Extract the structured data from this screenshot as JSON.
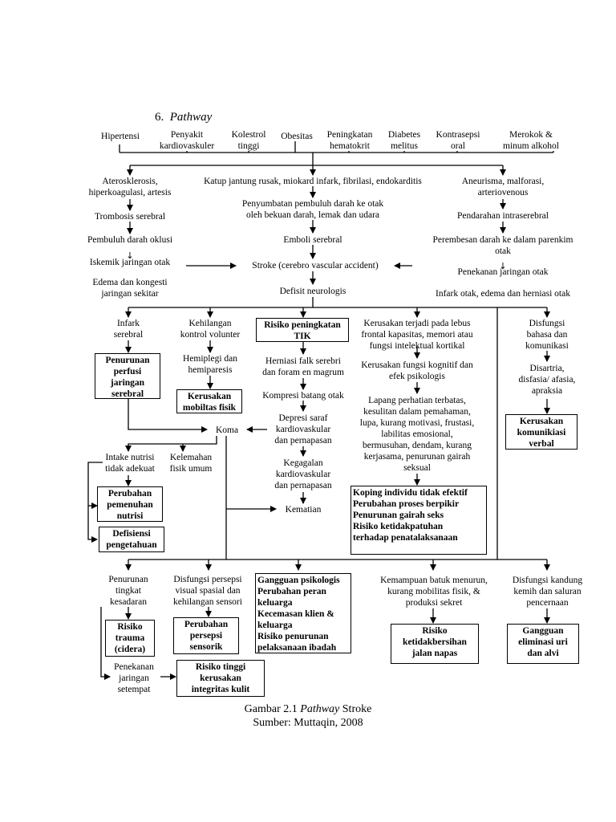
{
  "heading": {
    "number": "6.",
    "title": "Pathway"
  },
  "risk_factors": [
    "Hipertensi",
    "Penyakit\nkardiovaskuler",
    "Kolestrol\ntinggi",
    "Obesitas",
    "Peningkatan\nhematokrit",
    "Diabetes\nmelitus",
    "Kontrasepsi\noral",
    "Merokok &\nminum alkohol"
  ],
  "left_column": {
    "atero": "Aterosklerosis,\nhiperkoagulasi, artesis",
    "trombosis": "Trombosis serebral",
    "oklusi": "Pembuluh darah oklusi",
    "iskemik": "Iskemik jaringan otak",
    "edema": "Edema dan kongesti\njaringan sekitar"
  },
  "center_column": {
    "katup": "Katup jantung rusak, miokard infark, fibrilasi, endokarditis",
    "penyumbatan": "Penyumbatan pembuluh darah ke otak\noleh bekuan darah, lemak dan udara",
    "emboli": "Emboli serebral",
    "stroke": "Stroke (cerebro vascular accident)",
    "defisit": "Defisit neurologis"
  },
  "right_column": {
    "aneurisma": "Aneurisma, malforasi,\narteriovenous",
    "pendarahan": "Pendarahan intraserebral",
    "perembesan": "Perembesan darah ke dalam parenkim\notak",
    "penekanan": "Penekanan jaringan otak",
    "infark_otak": "Infark otak, edema dan herniasi otak"
  },
  "branch_infark": {
    "cause": "Infark\nserebral",
    "diagnosis": "Penurunan\nperfusi\njaringan\nserebral"
  },
  "branch_kontrol": {
    "cause": "Kehilangan\nkontrol volunter",
    "effect": "Hemiplegi dan\nhemiparesis",
    "diagnosis": "Kerusakan\nmobiltas fisik"
  },
  "branch_tik": {
    "diagnosis": "Risiko peningkatan\nTIK",
    "herniasi": "Herniasi falk serebri\ndan foram en magrum",
    "kompresi": "Kompresi batang otak",
    "depresi": "Depresi saraf\nkardiovaskular\ndan pernapasan",
    "kegagalan": "Kegagalan\nkardiovaskular\ndan pernapasan",
    "kematian": "Kematian"
  },
  "koma": "Koma",
  "branch_nutrisi": {
    "intake": "Intake nutrisi\ntidak adekuat",
    "kelemahan": "Kelemahan\nfisik umum",
    "diagnosis_1": "Perubahan\npemenuhan\nnutrisi",
    "diagnosis_2": "Defisiensi\npengetahuan"
  },
  "branch_kognitif": {
    "kerusakan": "Kerusakan terjadi pada lebus\nfrontal kapasitas, memori atau\nfungsi intelektual kortikal",
    "fungsi": "Kerusakan fungsi kognitif dan\nefek psikologis",
    "lapang": "Lapang perhatian terbatas,\nkesulitan dalam pemahaman,\nlupa, kurang motivasi, frustasi,\nlabilitas emosional,\nbermusuhan, dendam, kurang\nkerjasama, penurunan gairah\nseksual",
    "diagnosis": "Koping individu tidak efektif\nPerubahan proses berpikir\nPenurunan gairah seks\nRisiko ketidakpatuhan\nterhadap penatalaksanaan"
  },
  "branch_komunikasi": {
    "disfungsi": "Disfungsi\nbahasa dan\nkomunikasi",
    "disartria": "Disartria,\ndisfasia/ afasia,\napraksia",
    "diagnosis": "Kerusakan\nkomunikiasi\nverbal"
  },
  "bottom": {
    "kesadaran": "Penurunan\ntingkat\nkesadaran",
    "trauma": "Risiko\ntrauma\n(cidera)",
    "penekanan_jaringan": "Penekanan\njaringan\nsetempat",
    "persepsi": "Disfungsi persepsi\nvisual spasial dan\nkehilangan sensori",
    "perubahan_persepsi": "Perubahan\npersepsi\nsensorik",
    "integritas": "Risiko tinggi\nkerusakan\nintegritas kulit",
    "psikologis": "Gangguan psikologis\nPerubahan peran\nkeluarga\nKecemasan klien &\nkeluarga\nRisiko penurunan\npelaksanaan ibadah",
    "batuk": "Kemampuan batuk menurun,\nkurang mobilitas fisik, &\nproduksi sekret",
    "napas": "Risiko\nketidakbersihan\njalan napas",
    "kandung": "Disfungsi kandung\nkemih dan saluran\npencernaan",
    "eliminasi": "Gangguan\neliminasi uri\ndan alvi"
  },
  "caption": {
    "prefix": "Gambar 2.1 ",
    "italic": "Pathway",
    "suffix": " Stroke",
    "source": "Sumber: Muttaqin, 2008"
  }
}
